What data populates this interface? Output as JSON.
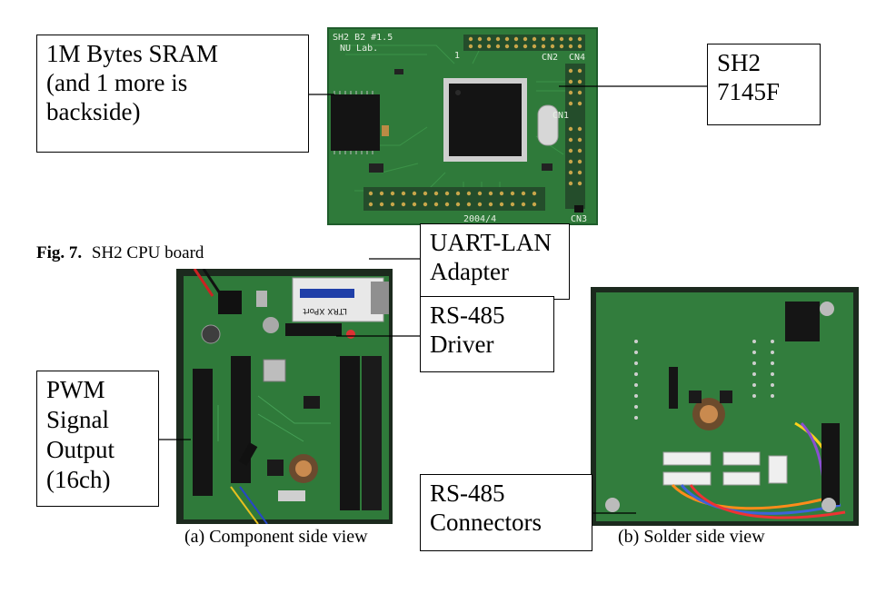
{
  "figures": {
    "cpu_board": {
      "silkscreen": {
        "board_id": "SH2 B2 #1.5",
        "lab": "NU Lab.",
        "date": "2004/4",
        "cn1": "CN1",
        "cn2": "CN2",
        "cn3": "CN3",
        "cn4": "CN4",
        "pin1": "1"
      },
      "callouts": {
        "sram": [
          "1M Bytes SRAM",
          "(and 1 more is",
          "backside)"
        ],
        "cpu": [
          "SH2",
          "7145F"
        ]
      }
    },
    "fig7": {
      "label": "Fig. 7.",
      "text": "SH2 CPU board"
    },
    "component_view": {
      "xport_label": "LTRX XPort",
      "callouts": {
        "uart": [
          "UART-LAN",
          "Adapter"
        ],
        "pwm": [
          "PWM",
          "Signal",
          "Output",
          "(16ch)"
        ],
        "rs485_driver": [
          "RS-485",
          "Driver"
        ]
      },
      "caption": "(a) Component side view"
    },
    "solder_view": {
      "callouts": {
        "rs485_connectors": [
          "RS-485",
          "Connectors"
        ]
      },
      "caption": "(b) Solder side view"
    }
  },
  "colors": {
    "pcb_green": "#2f7a3a",
    "pcb_dark": "#1d4d26",
    "chip_black": "#141414",
    "gold": "#c9a64a"
  }
}
